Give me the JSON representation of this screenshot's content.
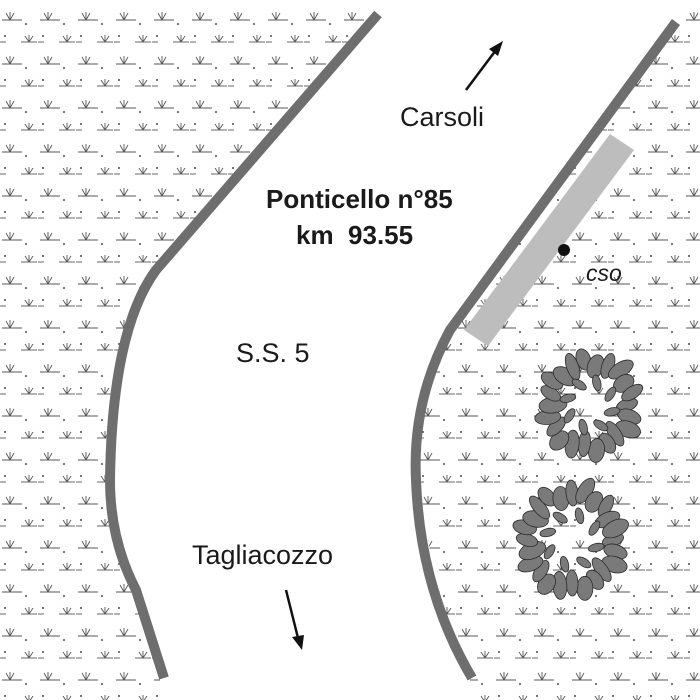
{
  "map": {
    "title": "Ponticello n°85",
    "km": "km  93.55",
    "road": "S.S. 5",
    "dir_north": "Carsoli",
    "dir_south": "Tagliacozzo",
    "point_label": "cso",
    "colors": {
      "road_edge": "#6e6e6e",
      "culvert": "#bdbdbd",
      "tree": "#7a7a7a",
      "vegetation": "#555555",
      "text": "#1a1a1a"
    }
  }
}
